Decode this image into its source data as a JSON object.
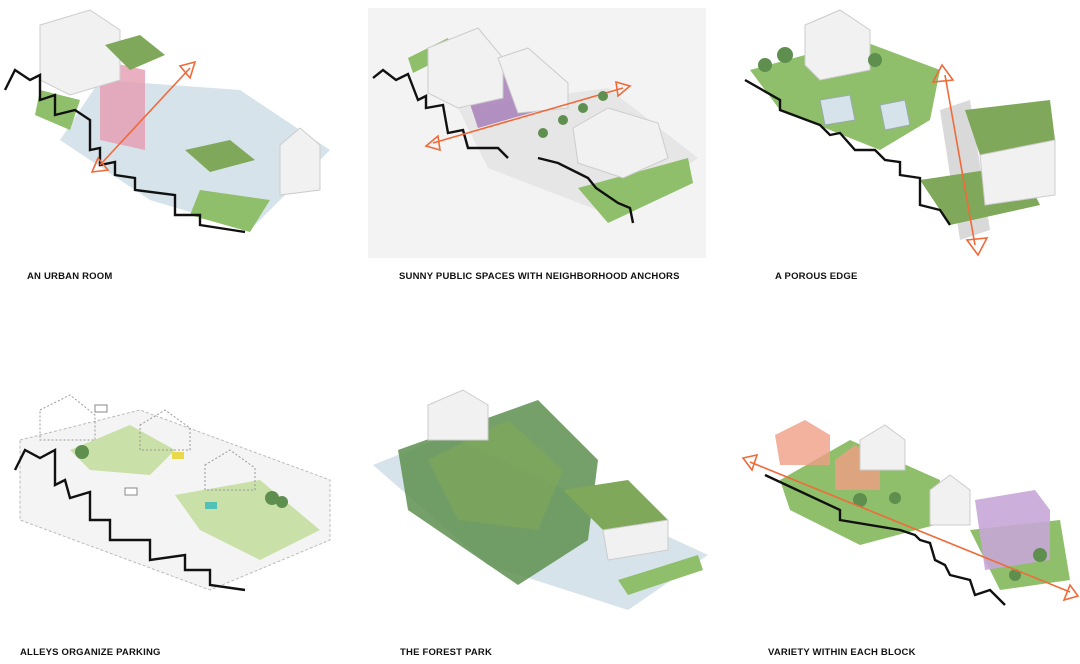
{
  "panels": [
    {
      "caption": "AN URBAN ROOM"
    },
    {
      "caption": "SUNNY PUBLIC SPACES WITH NEIGHBORHOOD ANCHORS"
    },
    {
      "caption": "A POROUS EDGE"
    },
    {
      "caption": "ALLEYS ORGANIZE PARKING"
    },
    {
      "caption": "THE FOREST PARK"
    },
    {
      "caption": "VARIETY WITHIN EACH BLOCK"
    }
  ],
  "colors": {
    "building": "#f1f1f1",
    "building_side": "#dcdcdc",
    "roof": "#ffffff",
    "green_roof": "#7fa85a",
    "lawn": "#8fbf6a",
    "light_lawn": "#c9e0a8",
    "plaza": "#d6e3ea",
    "arrow": "#f06a3a",
    "outline": "#111111",
    "pink": "#e59bb0",
    "purple": "#a77fb8",
    "tree": "#5e8f4f",
    "salmon": "#ef9f86",
    "lavender": "#c6a6d6"
  }
}
